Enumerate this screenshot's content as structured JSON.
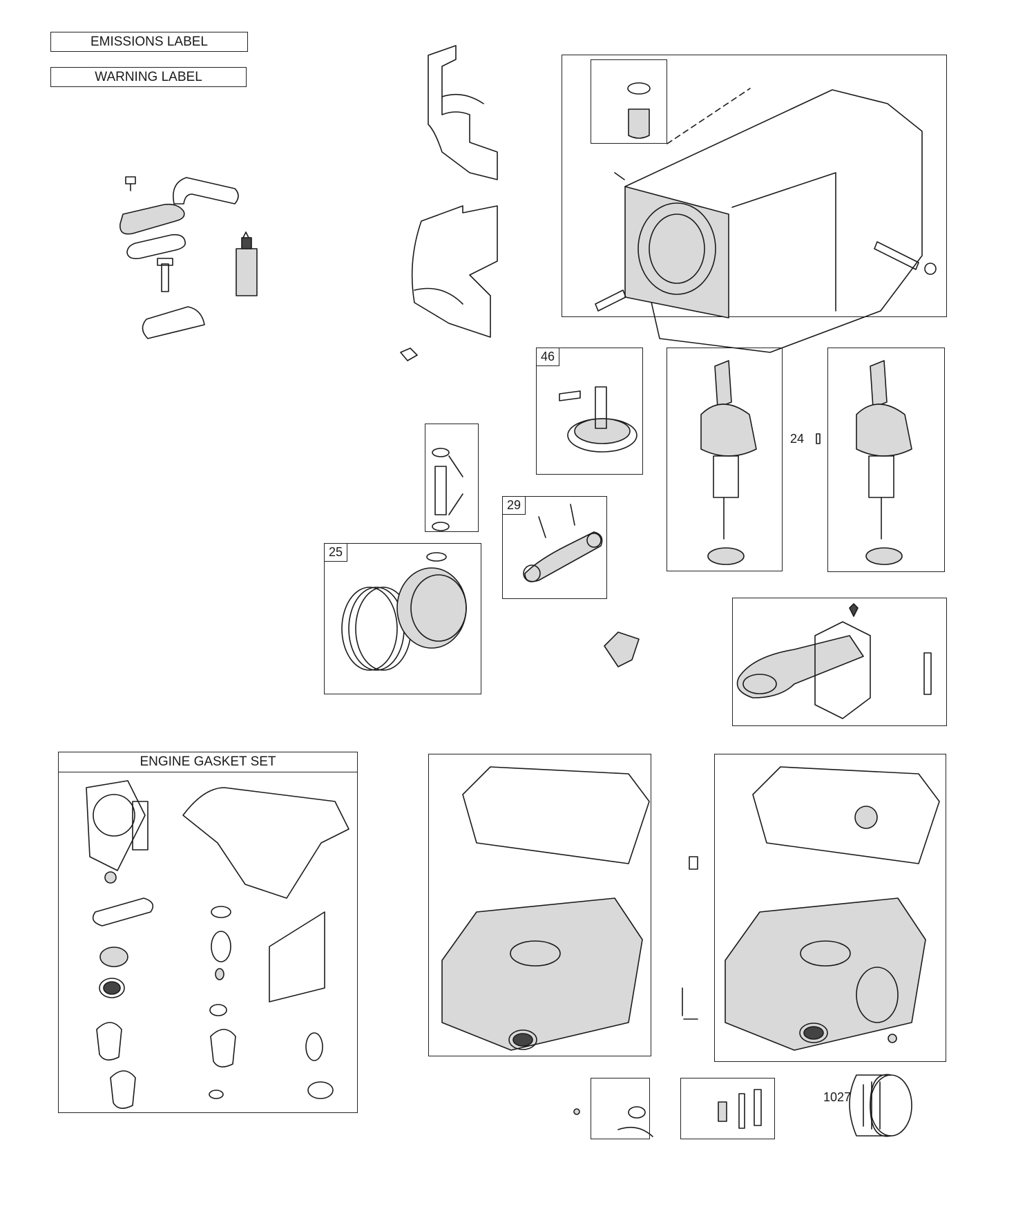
{
  "labels": {
    "emissions": "EMISSIONS LABEL",
    "warning": "WARNING LABEL",
    "gasket_set": "ENGINE GASKET SET"
  },
  "callouts": {
    "cam_gear": "46",
    "connecting_rod": "29",
    "piston": "25",
    "key": "24",
    "oil_filter": "1027"
  },
  "icons": [
    "breather-tube",
    "sealant-tube",
    "blower-housing",
    "cylinder-block",
    "camshaft",
    "crankshaft",
    "piston-rings",
    "connecting-rod",
    "governor",
    "oil-sump",
    "gasket",
    "oil-filter"
  ]
}
